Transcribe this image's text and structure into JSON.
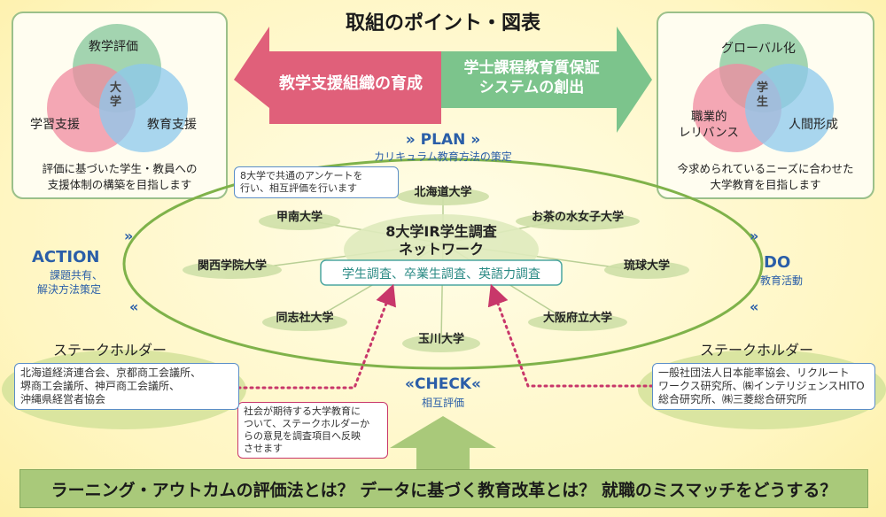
{
  "title": "取組のポイント・図表",
  "arrows": {
    "left": "教学支援組織の育成",
    "right_line1": "学士課程教育質保証",
    "right_line2": "システムの創出"
  },
  "left_panel": {
    "circle_top": "教学評価",
    "circle_left": "学習支援",
    "circle_right": "教育支援",
    "center": "大学",
    "desc_line1": "評価に基づいた学生・教員への",
    "desc_line2": "支援体制の構築を目指します"
  },
  "right_panel": {
    "circle_top": "グローバル化",
    "circle_left_line1": "職業的",
    "circle_left_line2": "レリバンス",
    "circle_right": "人間形成",
    "center": "学生",
    "desc_line1": "今求められているニーズに合わせた",
    "desc_line2": "大学教育を目指します"
  },
  "cycle": {
    "plan_label": "» PLAN »",
    "plan_sub": "カリキュラム教育方法の策定",
    "do_label": "DO",
    "do_sub": "教育活動",
    "check_label": "«CHECK«",
    "check_sub": "相互評価",
    "action_label": "ACTION",
    "action_sub_line1": "課題共有、",
    "action_sub_line2": "解決方法策定"
  },
  "network": {
    "title_line1": "8大学IR学生調査",
    "title_line2": "ネットワーク",
    "surveys": "学生調査、卒業生調査、英語力調査",
    "universities": [
      "北海道大学",
      "お茶の水女子大学",
      "琉球大学",
      "大阪府立大学",
      "玉川大学",
      "同志社大学",
      "関西学院大学",
      "甲南大学"
    ]
  },
  "notes": {
    "survey_note": "8大学で共通のアンケートを\n行い、相互評価を行います",
    "society_note": "社会が期待する大学教育に\nついて、ステークホルダーか\nらの意見を調査項目へ反映\nさせます"
  },
  "stakeholders": {
    "left_title": "ステークホルダー",
    "left_text": "北海道経済連合会、京都商工会議所、\n堺商工会議所、神戸商工会議所、\n沖縄県経営者協会",
    "right_title": "ステークホルダー",
    "right_text": "一般社団法人日本能率協会、リクルート\nワークス研究所、㈱インテリジェンスHITO\n総合研究所、㈱三菱総合研究所"
  },
  "bottom_banner": "ラーニング・アウトカムの評価法とは？ データに基づく教育改革とは？ 就職のミスマッチをどうする？",
  "colors": {
    "arrow_pink": "#e0607a",
    "arrow_green": "#7cc48c",
    "circle_green": "#8cc9a0",
    "circle_pink": "#f08aa0",
    "circle_blue": "#8cc8ee",
    "ellipse_stroke": "#7fb24a",
    "text_blue": "#2a5ea8",
    "dotted_red": "#c8376a",
    "banner_green": "#a9c97a"
  }
}
